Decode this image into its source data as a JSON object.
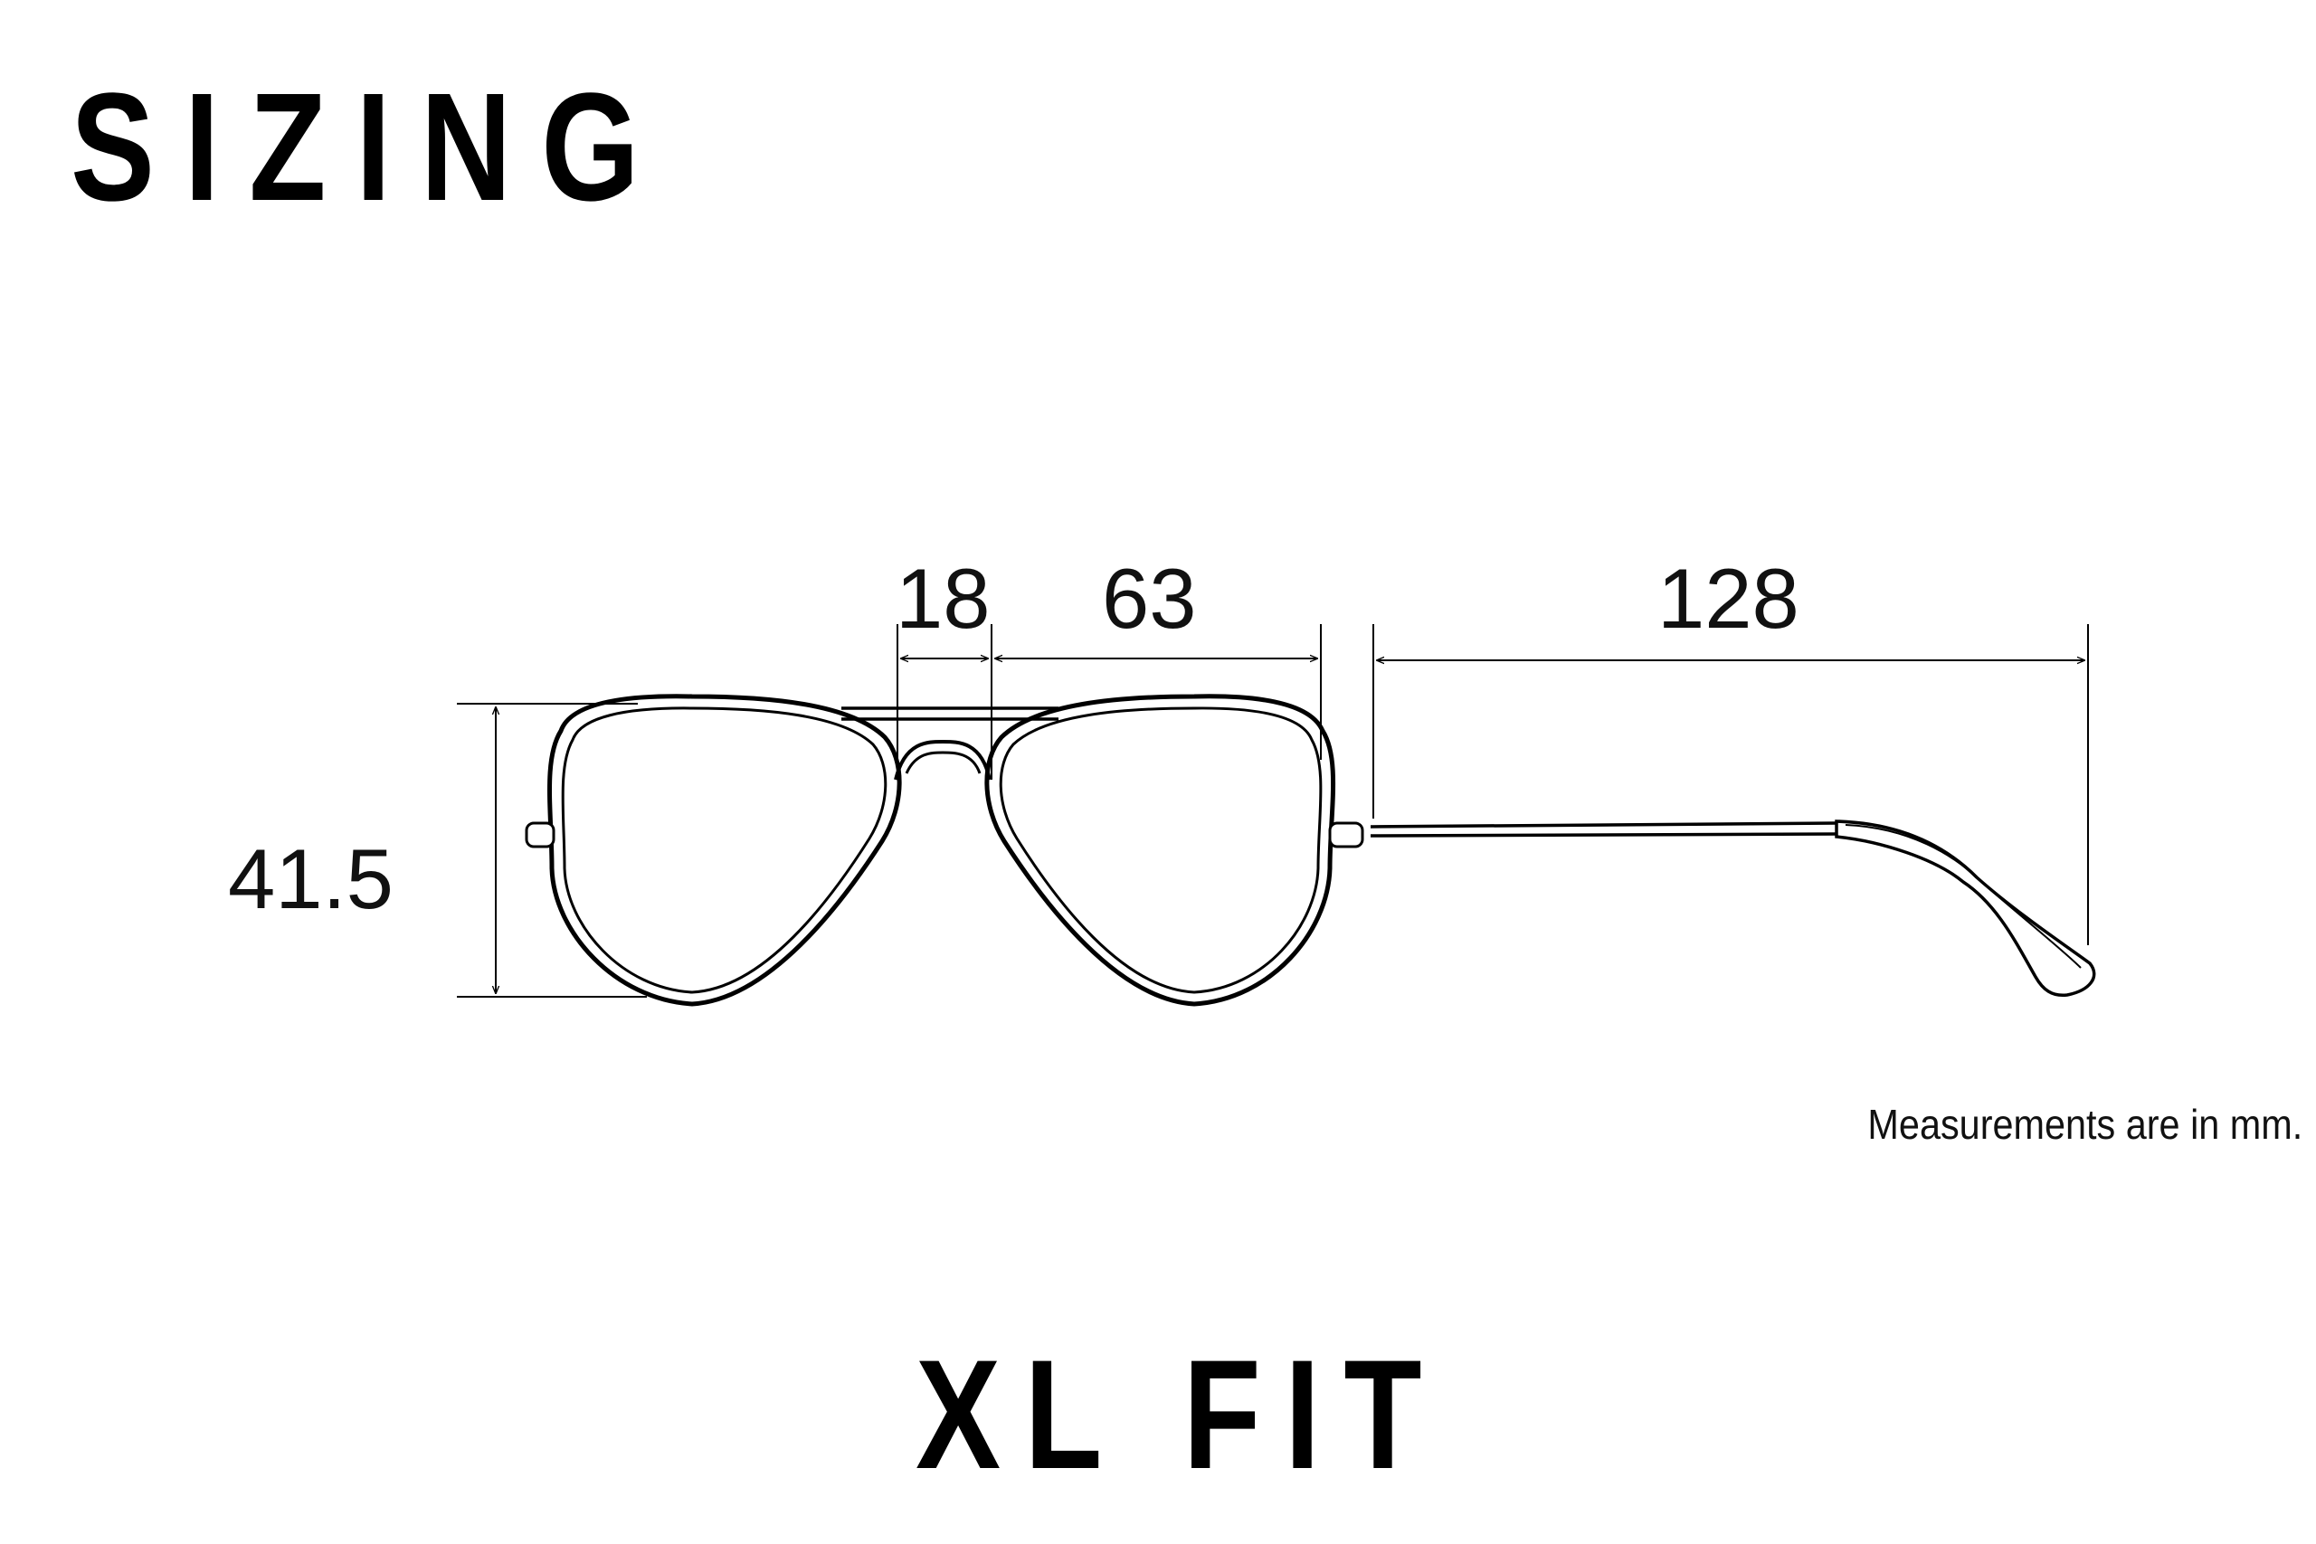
{
  "title": "SIZING",
  "fit": "XL FIT",
  "dimensions": {
    "bridge": "18",
    "lens_width": "63",
    "temple_length": "128",
    "lens_height": "41.5"
  },
  "note": "Measurements are in mm.",
  "colors": {
    "line": "#000000",
    "background": "#ffffff"
  }
}
